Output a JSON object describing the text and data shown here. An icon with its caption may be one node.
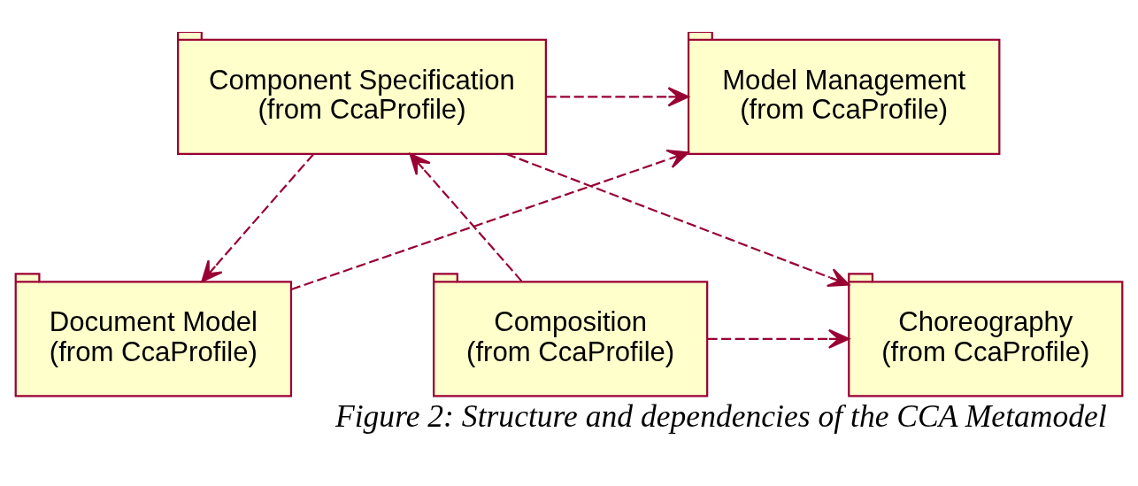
{
  "diagram": {
    "caption": "Figure 2: Structure and dependencies of the CCA Metamodel",
    "nodes": [
      {
        "text": [
          "Model Management",
          "(from CcaProfile)"
        ]
      },
      {
        "text": [
          "Component Specification",
          "(from CcaProfile)"
        ]
      },
      {
        "text": [
          "Document Model",
          "(from CcaProfile)"
        ]
      },
      {
        "text": [
          "Composition",
          "(from CcaProfile)"
        ]
      },
      {
        "text": [
          "Choreography",
          "(from CcaProfile)"
        ]
      }
    ],
    "edges": [
      {
        "from": 1,
        "to": 0,
        "arrow": "to",
        "style": "dashed"
      },
      {
        "from": 1,
        "to": 4,
        "arrow": "to",
        "style": "dashed"
      },
      {
        "from": 1,
        "to": 2,
        "arrow": "to",
        "style": "dashed"
      },
      {
        "from": 3,
        "to": 1,
        "arrow": "to",
        "style": "dashed"
      },
      {
        "from": 3,
        "to": 4,
        "arrow": "to",
        "style": "dashed"
      },
      {
        "from": 2,
        "to": 0,
        "arrow": "to",
        "style": "dashed"
      }
    ]
  }
}
